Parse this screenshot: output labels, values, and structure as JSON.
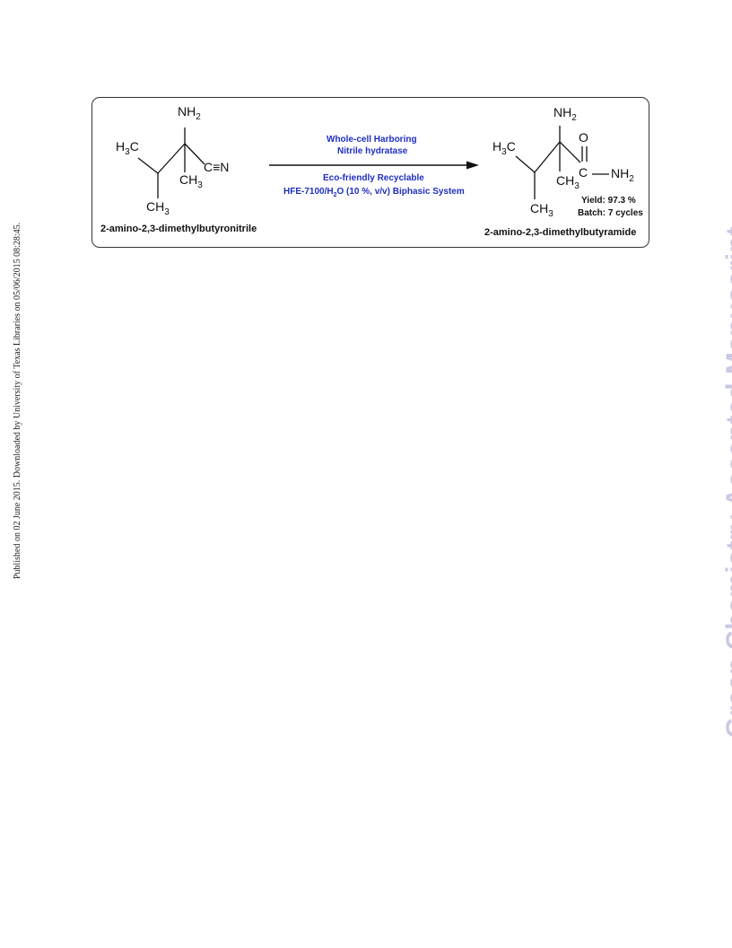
{
  "sidebar": {
    "text": "Published on 02 June 2015. Downloaded by University of Texas Libraries on 05/06/2015 08:28:45."
  },
  "watermark": {
    "text": "Green Chemistry Accepted Manuscript"
  },
  "scheme": {
    "reactant": {
      "name": "2-amino-2,3-dimethylbutyronitrile",
      "atoms": {
        "nh2": "NH",
        "nh2_sub": "2",
        "h3c_h": "H",
        "h3c_sub": "3",
        "h3c_c": "C",
        "ch3_mid": "CH",
        "ch3_mid_sub": "3",
        "cn": "C≡N",
        "ch3_bottom": "CH",
        "ch3_bottom_sub": "3"
      }
    },
    "conditions": {
      "line1": "Whole-cell Harboring",
      "line2": "Nitrile hydratase",
      "line3": "Eco-friendly Recyclable",
      "line4_a": "HFE-7100/H",
      "line4_sub": "2",
      "line4_b": "O (10 %, v/v) Biphasic System"
    },
    "product": {
      "name": "2-amino-2,3-dimethylbutyramide",
      "atoms": {
        "nh2": "NH",
        "nh2_sub": "2",
        "h3c_h": "H",
        "h3c_sub": "3",
        "h3c_c": "C",
        "o": "O",
        "c": "C",
        "amide_nh2": "NH",
        "amide_nh2_sub": "2",
        "ch3_mid": "CH",
        "ch3_mid_sub": "3",
        "ch3_bottom": "CH",
        "ch3_bottom_sub": "3"
      },
      "yield": "Yield: 97.3 %",
      "batch": "Batch: 7 cycles"
    }
  }
}
